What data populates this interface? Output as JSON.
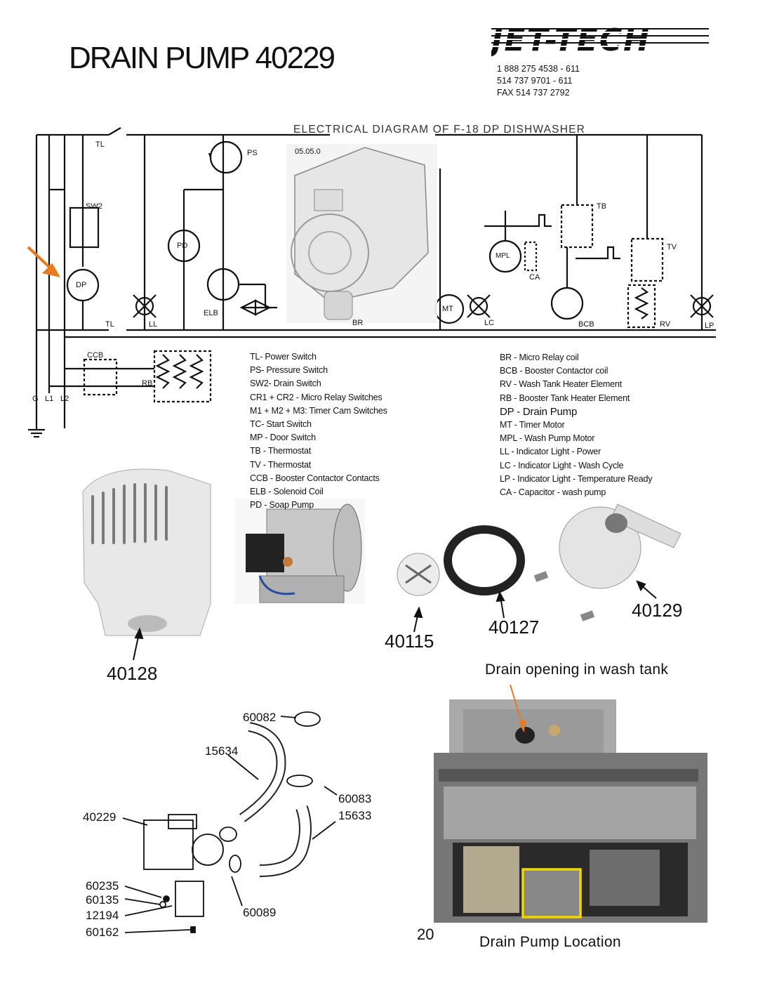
{
  "page": {
    "title": "DRAIN PUMP 40229",
    "brand": "JET-TECH",
    "phones": [
      "1 888 275 4538 - 611",
      "514 737 9701 - 611",
      "FAX 514 737 2792"
    ],
    "page_number": "20"
  },
  "diagram": {
    "title": "ELECTRICAL DIAGRAM OF F-18 DP DISHWASHER",
    "labels": {
      "tl_top": "TL",
      "tl_bottom": "TL",
      "sw2": "SW2",
      "dp": "DP",
      "pd": "PD",
      "elb": "ELB",
      "ll": "LL",
      "ps": "PS",
      "code": "05.05.0",
      "ccb": "CCB",
      "rb": "RB",
      "g": "G",
      "l1": "L1",
      "l2": "L2",
      "tb": "TB",
      "tv": "TV",
      "mpl": "MPL",
      "ca": "CA",
      "mt": "MT",
      "lc": "LC",
      "bcb": "BCB",
      "rv": "RV",
      "lp": "LP",
      "br": "BR"
    }
  },
  "legend_left": [
    "TL- Power Switch",
    "PS- Pressure Switch",
    "SW2- Drain Switch",
    "CR1 + CR2 - Micro Relay Switches",
    "M1 + M2 + M3: Timer Cam Switches",
    "TC- Start Switch",
    "MP - Door Switch",
    "TB - Thermostat",
    "TV - Thermostat",
    "CCB - Booster Contactor Contacts",
    "ELB - Solenoid Coil",
    "PD - Soap Pump"
  ],
  "legend_right": [
    "BR - Micro Relay coil",
    "BCB - Booster Contactor coil",
    "RV - Wash Tank Heater Element",
    "RB - Booster Tank Heater Element",
    "DP - Drain Pump",
    "MT - Timer Motor",
    "MPL - Wash Pump Motor",
    "LL - Indicator Light - Power",
    "LC - Indicator Light - Wash Cycle",
    "LP - Indicator Light - Temperature Ready",
    "CA - Capacitor - wash pump"
  ],
  "parts": {
    "p40128": "40128",
    "p40115": "40115",
    "p40127": "40127",
    "p40129": "40129"
  },
  "exploded": {
    "labels": [
      "60082",
      "15634",
      "60083",
      "15633",
      "40229",
      "60235",
      "60135",
      "12194",
      "60162",
      "60089"
    ]
  },
  "captions": {
    "drain_opening": "Drain opening in wash tank",
    "drain_location": "Drain Pump Location"
  },
  "colors": {
    "arrow_orange": "#e87b1e",
    "highlight_yellow": "#f2d600"
  }
}
